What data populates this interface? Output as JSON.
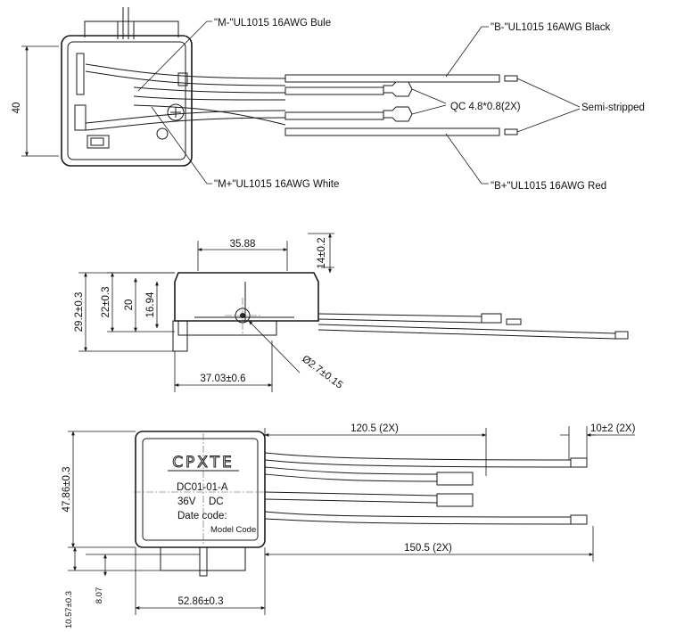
{
  "top_view": {
    "callout_m_minus": "\"M-\"UL1015 16AWG Bule",
    "callout_b_minus": "\"B-\"UL1015 16AWG Black",
    "callout_qc": "QC 4.8*0.8(2X)",
    "callout_semi": "Semi-stripped",
    "callout_m_plus": "\"M+\"UL1015 16AWG White",
    "callout_b_plus": "\"B+\"UL1015 16AWG Red",
    "dim_height": "40"
  },
  "side_view": {
    "dim_35_88": "35.88",
    "dim_14": "14±0.2",
    "dim_29_2": "29.2±0.3",
    "dim_22": "22±0.3",
    "dim_20": "20",
    "dim_16_94": "16.94",
    "dim_hole": "Ø2.7±0.15",
    "dim_37": "37.03±0.6"
  },
  "front_view": {
    "logo": "CPXTE",
    "model": "DC01-01-A",
    "voltage": "36V",
    "current_type": "DC",
    "date_code": "Date code:",
    "model_code": "Model Code",
    "dim_120_5": "120.5 (2X)",
    "dim_10": "10±2 (2X)",
    "dim_47_86": "47.86±0.3",
    "dim_150_5": "150.5 (2X)",
    "dim_10_57": "10.57±0.3",
    "dim_8_07": "8.07",
    "dim_52_86": "52.86±0.3"
  }
}
